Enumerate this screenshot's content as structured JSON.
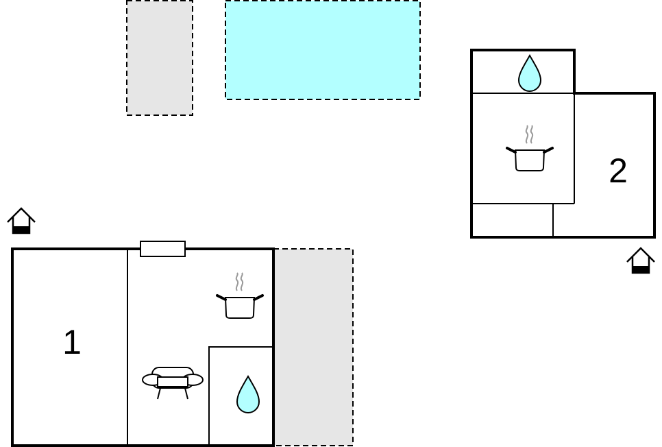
{
  "floorplan": {
    "rooms": [
      {
        "id": "bedroom-1",
        "label": "1",
        "kind": "bedroom"
      },
      {
        "id": "bedroom-2",
        "label": "2",
        "kind": "bedroom"
      }
    ],
    "outdoor_areas": [
      {
        "id": "terrace-top",
        "kind": "terrace",
        "style": "dashed"
      },
      {
        "id": "pool",
        "kind": "pool",
        "style": "dashed"
      },
      {
        "id": "terrace-right",
        "kind": "terrace",
        "style": "dashed"
      }
    ],
    "icons": [
      "entrance-icon",
      "kitchen-icon",
      "bathroom-icon",
      "living-room-icon",
      "fireplace-icon"
    ],
    "colors": {
      "wall": "#000000",
      "terrace": "#e6e6e6",
      "pool": "#b3ffff",
      "water": "#b3ffff",
      "steam": "#999999",
      "background": "#ffffff"
    }
  }
}
